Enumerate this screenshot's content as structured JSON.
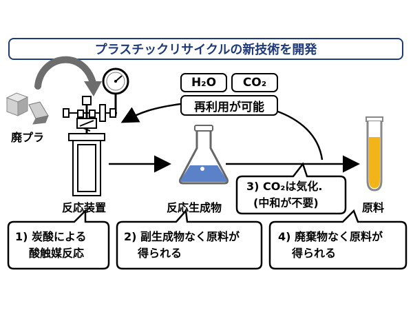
{
  "title": "プラスチックリサイクルの新技術を開発",
  "chips": {
    "h2o": "H₂O",
    "co2": "CO₂",
    "reuse": "再利用が可能"
  },
  "labels": {
    "waste_plastic": "廃プラ",
    "reactor": "反応装置",
    "reaction_product": "反応生成物",
    "raw_material": "原料"
  },
  "callouts": {
    "co2_line1": "3) CO₂は気化.",
    "co2_line2": "(中和が不要)",
    "note1_line1": "1) 炭酸による",
    "note1_line2": "酸触媒反応",
    "note2_line1": "2) 副生成物なく原料が",
    "note2_line2": "得られる",
    "note4_line1": "4) 廃棄物なく原料が",
    "note4_line2": "得られる"
  },
  "icons": [
    "recycle-arrow-icon",
    "plastic-cubes-icon",
    "pressure-gauge-icon",
    "valve-icon",
    "reactor-vessel-icon",
    "flask-icon",
    "test-tube-icon"
  ],
  "colors": {
    "title": "#1f3a7a",
    "flask_liquid": "#5b82c9",
    "tube_liquid": "#f2b418",
    "outline": "#000000"
  }
}
